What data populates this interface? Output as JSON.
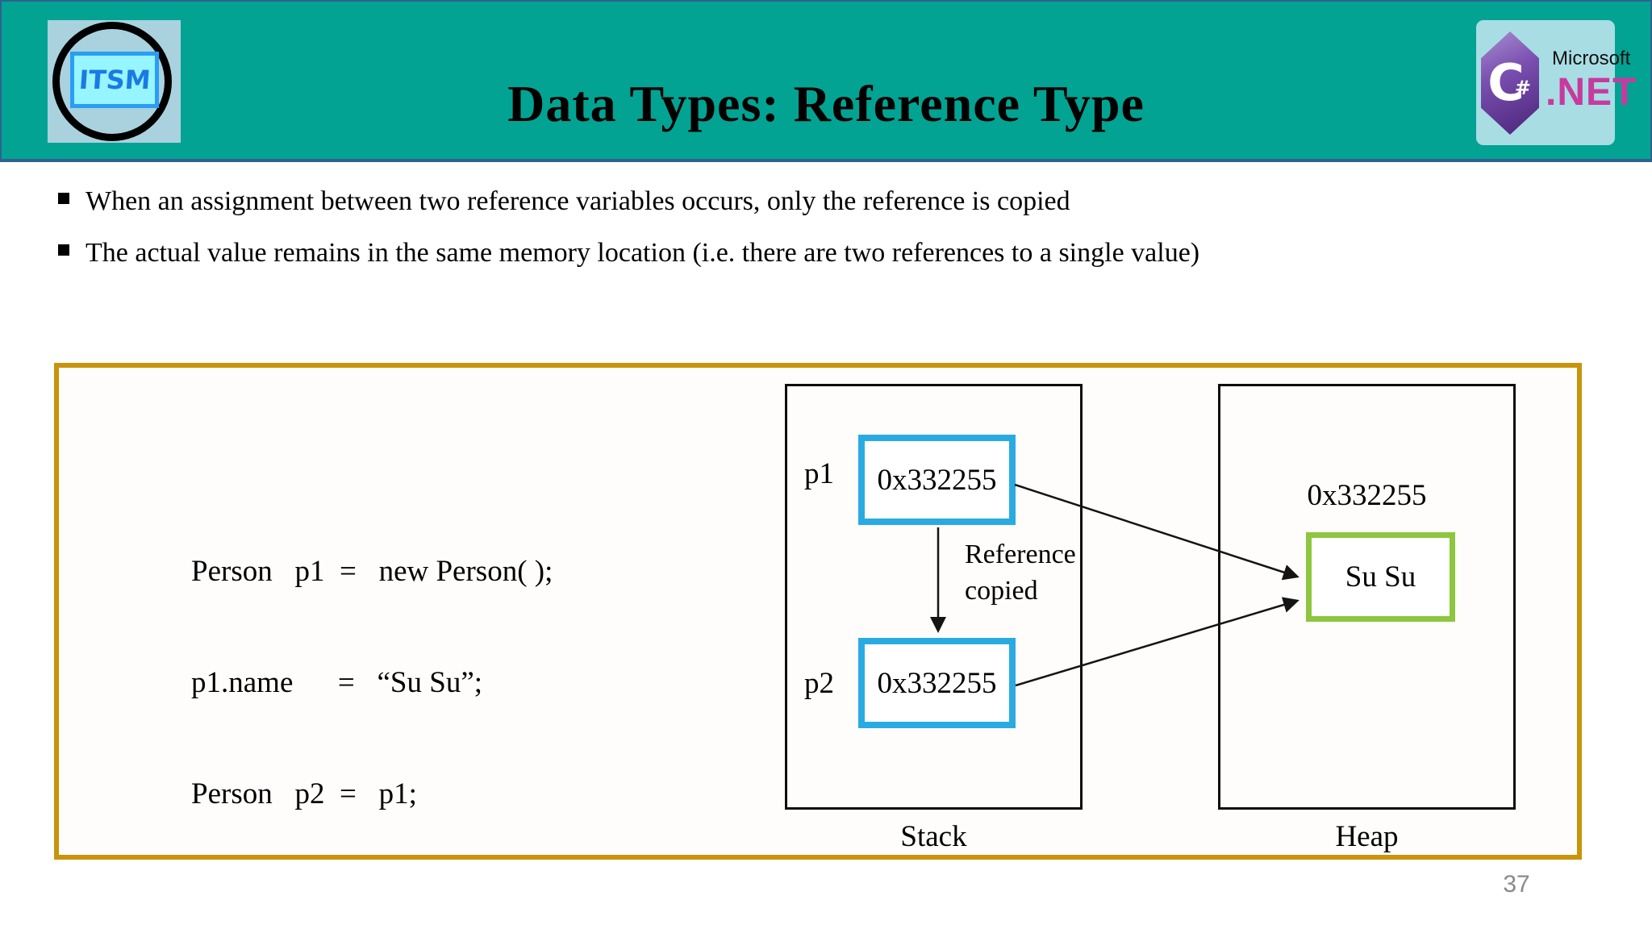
{
  "slide": {
    "title": "Data Types: Reference Type",
    "page_number": "37"
  },
  "header": {
    "itsm_logo_text": "ITSM",
    "dotnet_logo": {
      "csharp_letter": "C",
      "sharp_symbol": "#",
      "microsoft_label": "Microsoft",
      "net_label": ".NET"
    }
  },
  "bullets": [
    "When an assignment between two reference variables occurs, only the reference is copied",
    "The actual value remains in the same memory location (i.e. there are two references to a single value)"
  ],
  "code": {
    "lines": [
      "Person   p1  =   new Person( );",
      "p1.name      =   “Su Su”;",
      "Person   p2  =   p1;"
    ]
  },
  "diagram": {
    "stack": {
      "label": "Stack",
      "p1_name": "p1",
      "p1_value": "0x332255",
      "p2_name": "p2",
      "p2_value": "0x332255",
      "arrow_label": "Reference\ncopied"
    },
    "heap": {
      "label": "Heap",
      "address": "0x332255",
      "value": "Su Su"
    }
  },
  "colors": {
    "header_teal": "#02a392",
    "header_border_blue": "#2e628f",
    "gold_border": "#c8940c",
    "reference_box_blue": "#29abe2",
    "value_box_green": "#8dc63f",
    "net_logo_magenta": "#c73a9e",
    "page_number_gray": "#8a8a8a"
  }
}
